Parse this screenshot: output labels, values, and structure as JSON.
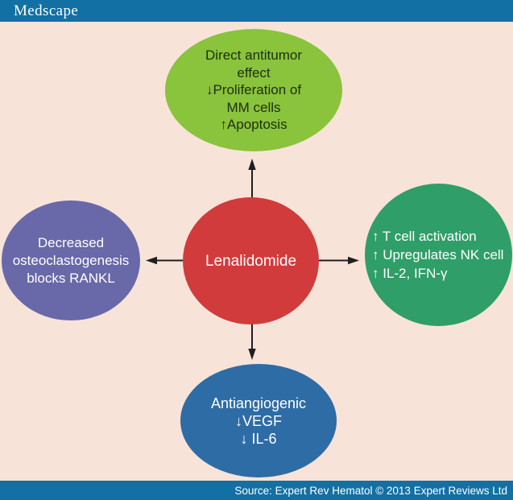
{
  "header": {
    "logo": "Medscape"
  },
  "footer": {
    "source": "Source: Expert Rev Hematol © 2013 Expert Reviews Ltd"
  },
  "nodes": {
    "center": {
      "label": "Lenalidomide"
    },
    "top": {
      "lines": [
        "Direct antitumor",
        "effect",
        "↓Proliferation of",
        "MM cells",
        "↑Apoptosis"
      ]
    },
    "left": {
      "lines": [
        "Decreased",
        "osteoclastogenesis",
        "blocks RANKL"
      ]
    },
    "right": {
      "lines": [
        "↑ T cell activation",
        "↑ Upregulates NK cell",
        "↑ IL-2, IFN-γ"
      ]
    },
    "bottom": {
      "lines": [
        "Antiangiogenic",
        "↓VEGF",
        "↓ IL-6"
      ]
    }
  },
  "colors": {
    "bar_blue": "#1270a4",
    "background": "#f8e3d9",
    "node_center": "#d23b3b",
    "node_top": "#8ac33c",
    "node_left": "#6968a9",
    "node_right": "#2f9e68",
    "node_bottom": "#2e6ca5",
    "top_text": "#1c2f10",
    "arrow": "#1f1f1f"
  }
}
